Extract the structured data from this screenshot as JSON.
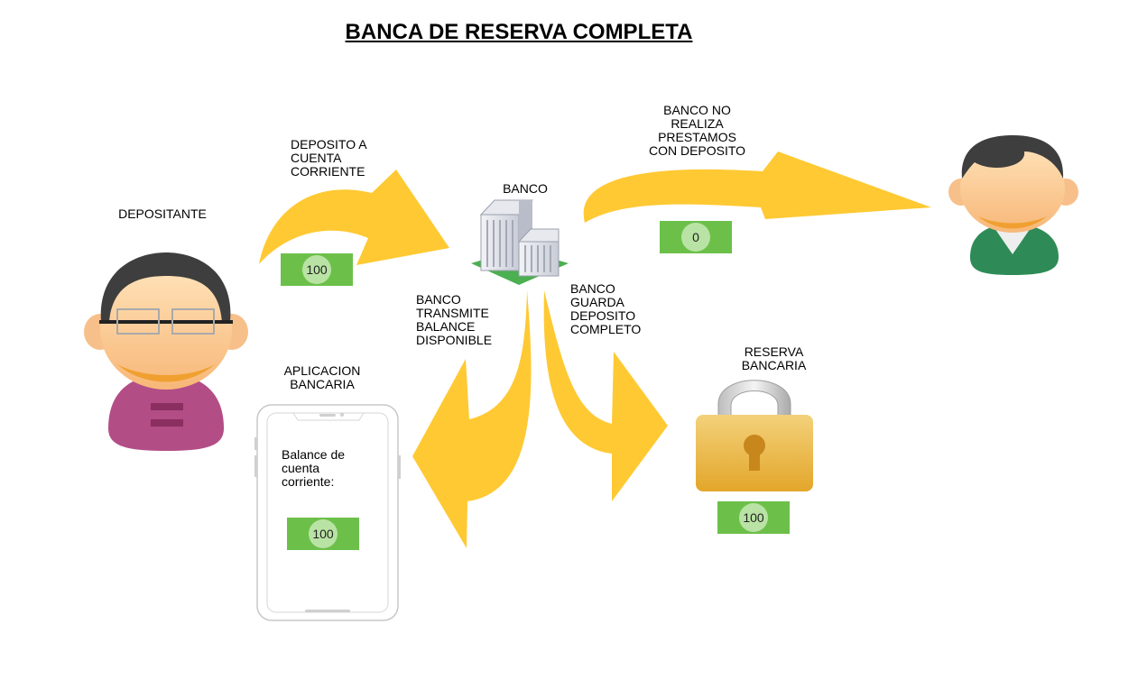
{
  "title": "BANCA DE RESERVA COMPLETA",
  "nodes": {
    "depositor": {
      "label": "DEPOSITANTE"
    },
    "bank": {
      "label": "BANCO"
    },
    "app": {
      "label": "APLICACION\nBANCARIA",
      "screen_text": "Balance de\ncuenta\ncorriente:"
    },
    "reserve": {
      "label": "RESERVA\nBANCARIA"
    }
  },
  "edges": {
    "deposit": {
      "label": "DEPOSITO A\nCUENTA\nCORRIENTE"
    },
    "no_loans": {
      "label": "BANCO NO\nREALIZA\nPRESTAMOS\nCON DEPOSITO"
    },
    "transmit": {
      "label": "BANCO\nTRANSMITE\nBALANCE\nDISPONIBLE"
    },
    "keep": {
      "label": "BANCO\nGUARDA\nDEPOSITO\nCOMPLETO"
    }
  },
  "bills": {
    "deposit": "100",
    "loan": "0",
    "app": "100",
    "reserve": "100"
  },
  "colors": {
    "arrow": "#ffc933",
    "bill": "#6cc04a",
    "coin": "#b9e3a4"
  }
}
